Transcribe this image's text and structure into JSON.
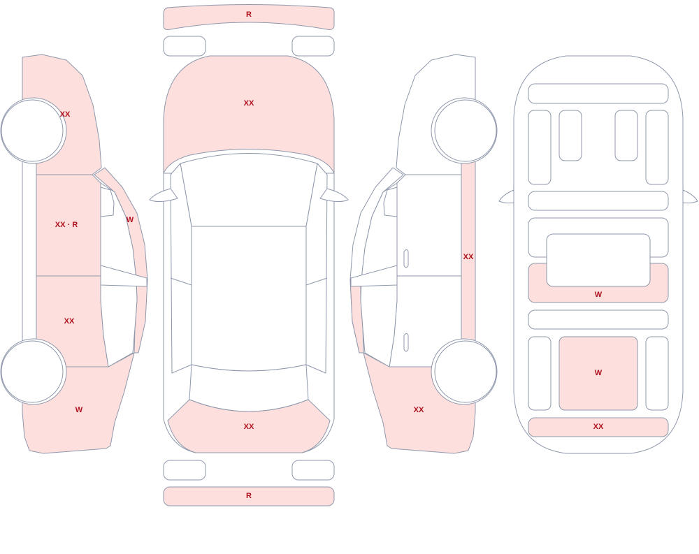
{
  "colors": {
    "outline": "#8e97ab",
    "damage_fill": "#fde0dd",
    "clean_fill": "#ffffff",
    "label": "#b0101e"
  },
  "labels": {
    "roof_strip_front": "R",
    "roof_strip_rear": "R",
    "hood": "XX",
    "trunk_lid": "XX",
    "left_front_fender": "XX",
    "left_front_door": "XX · R",
    "left_rear_door": "XX",
    "left_rear_quarter": "W",
    "left_a_pillar": "W",
    "right_rocker": "XX",
    "right_rear_quarter": "XX",
    "underbody_zone_a": "W",
    "underbody_zone_b": "W",
    "underbody_zone_c": "XX"
  }
}
